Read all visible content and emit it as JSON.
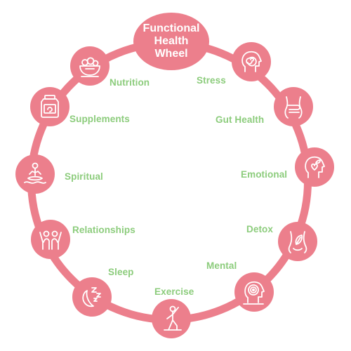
{
  "title": "Functional Health Wheel",
  "colors": {
    "ring": "#ec7f8c",
    "node": "#ec7f8c",
    "label": "#8ccc7c",
    "icon_stroke": "#ffffff"
  },
  "nodes": [
    {
      "id": "nutrition",
      "label": "Nutrition",
      "icon": "food-bowl-icon"
    },
    {
      "id": "stress",
      "label": "Stress",
      "icon": "head-spiral-icon"
    },
    {
      "id": "gut-health",
      "label": "Gut Health",
      "icon": "belly-hands-icon"
    },
    {
      "id": "supplements",
      "label": "Supplements",
      "icon": "supplement-jar-icon"
    },
    {
      "id": "emotional",
      "label": "Emotional",
      "icon": "head-heart-leaf-icon"
    },
    {
      "id": "spiritual",
      "label": "Spiritual",
      "icon": "meditation-icon"
    },
    {
      "id": "detox",
      "label": "Detox",
      "icon": "torso-leaf-icon"
    },
    {
      "id": "relationships",
      "label": "Relationships",
      "icon": "people-raising-arms-icon"
    },
    {
      "id": "mental",
      "label": "Mental",
      "icon": "head-maze-icon"
    },
    {
      "id": "sleep",
      "label": "Sleep",
      "icon": "moon-zzz-icon"
    },
    {
      "id": "exercise",
      "label": "Exercise",
      "icon": "stretching-person-icon"
    }
  ]
}
